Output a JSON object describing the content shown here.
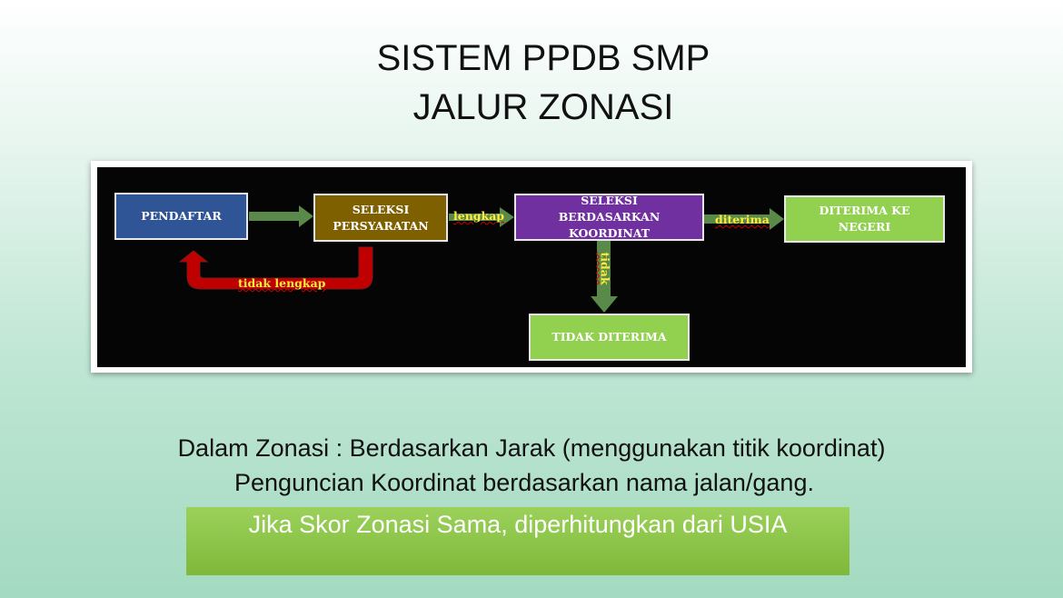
{
  "title": {
    "line1": "SISTEM PPDB SMP",
    "line2": "JALUR ZONASI"
  },
  "diagram": {
    "nodes": {
      "pendaftar": "PENDAFTAR",
      "seleksi_persyaratan": "SELEKSI PERSYARATAN",
      "seleksi_koordinat": "SELEKSI BERDASARKAN KOORDINAT",
      "diterima": "DITERIMA KE NEGERI",
      "tidak_diterima": "TIDAK DITERIMA"
    },
    "edges": {
      "lengkap": "lengkap",
      "tidak_lengkap": "tidak lengkap",
      "diterima": "diterima",
      "tidak": "tidak"
    },
    "colors": {
      "blue": "#2f5597",
      "brown": "#7f6000",
      "purple": "#7030a0",
      "green": "#92d050",
      "arrow": "#5a8a4a",
      "red": "#c00000"
    }
  },
  "body": {
    "line1": "Dalam Zonasi : Berdasarkan Jarak (menggunakan titik koordinat)",
    "line2": "Penguncian Koordinat berdasarkan nama jalan/gang.",
    "note": "Jika Skor Zonasi Sama, diperhitungkan dari USIA"
  }
}
